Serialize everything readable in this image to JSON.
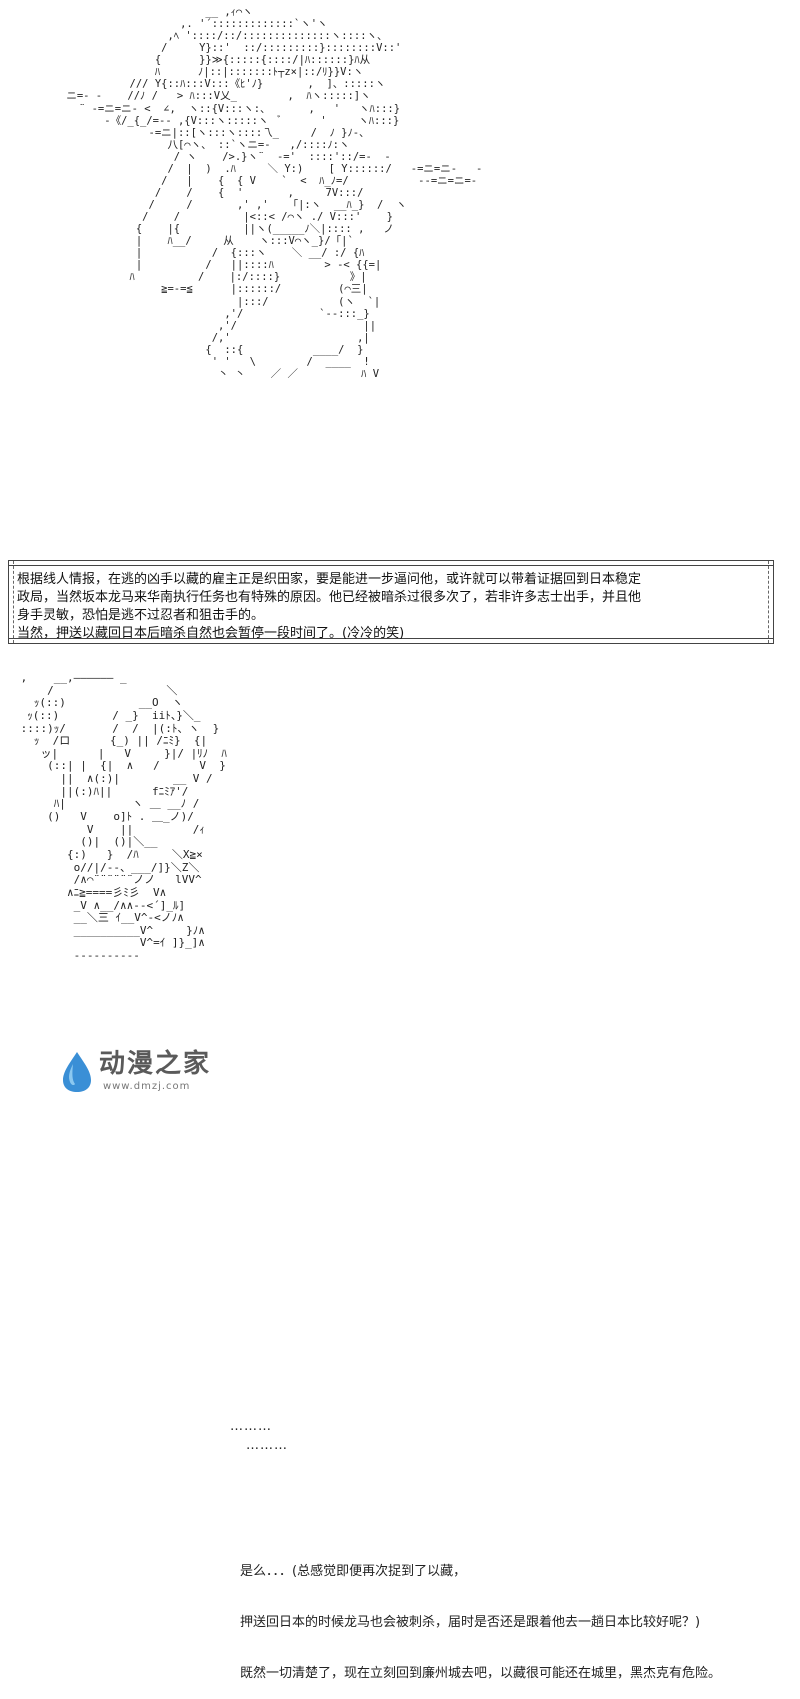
{
  "narration": {
    "lines": [
      "根据线人情报，在逃的凶手以藏的雇主正是织田家，要是能进一步逼问他，或许就可以带着证据回到日本稳定",
      "政局，当然坂本龙马来华南执行任务也有特殊的原因。他已经被暗杀过很多次了，若非许多志士出手，并且他",
      "身手灵敏，恐怕是逃不过忍者和狙击手的。",
      "当然，押送以藏回日本后暗杀自然也会暂停一段时间了。(冷冷的笑)"
    ]
  },
  "dialogue": {
    "lines": [
      "是么．．．(总感觉即便再次捉到了以藏，",
      "押送回日本的时候龙马也会被刺杀，届时是否还是跟着他去一趟日本比较好呢？)",
      "既然一切清楚了，现在立刻回到廉州城去吧，以藏很可能还在城里，黑杰克有危险。"
    ]
  },
  "ellipsis": {
    "first": "………",
    "second": "………"
  },
  "watermark": {
    "name": "动漫之家",
    "url": "www.dmzj.com",
    "drop_color": "#3a8fd6",
    "drop_color_light": "#8cc8f0",
    "text_color": "#5a5a5a"
  }
}
